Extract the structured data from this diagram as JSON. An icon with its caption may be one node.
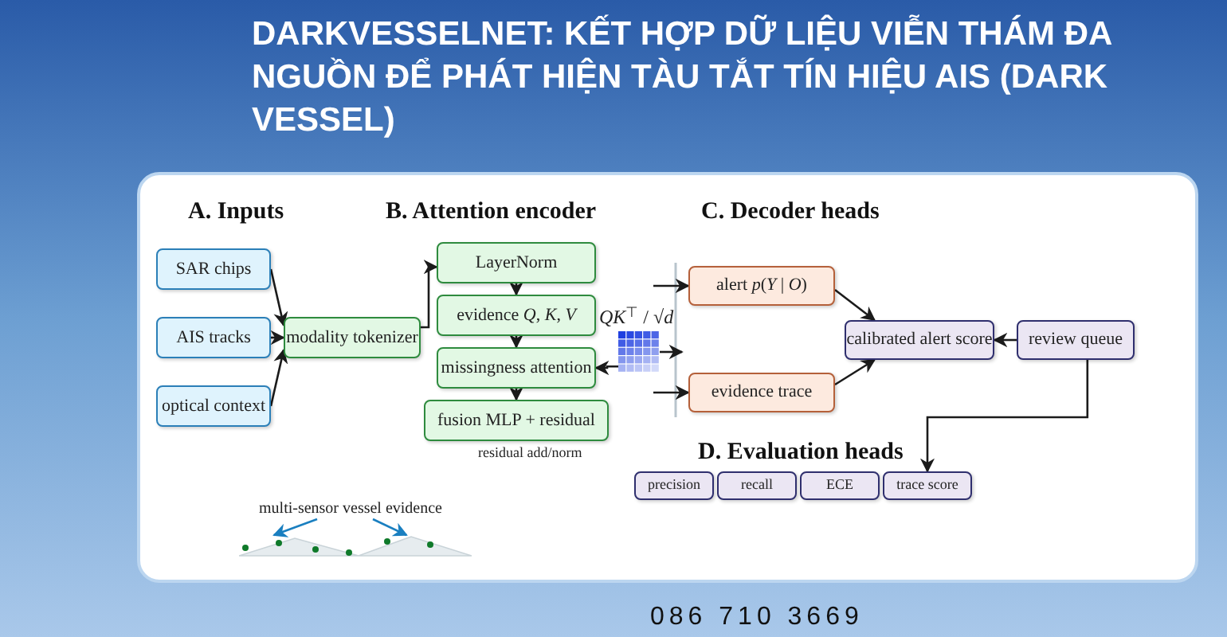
{
  "diagram": {
    "title": "**DARKVESSELNET:** KẾT HỢP DỮ LIỆU VIỄN THÁM ĐA NGUỒN ĐỂ PHÁT HIỆN TÀU TẮT TÍN HIỆU AIS (DARK VESSEL)",
    "nodes": [
      {
        "text": [
          "SAR chips"
        ]
      },
      {
        "text": [
          "AIS tracks"
        ]
      },
      {
        "text": [
          "optical context"
        ]
      },
      {
        "text": [
          "modality tokenizer"
        ]
      },
      {
        "text": [
          "LayerNorm"
        ]
      },
      {
        "text": [
          "evidence *Q*, *K*, *V*"
        ]
      },
      {
        "text": [
          "missingness attention"
        ]
      },
      {
        "text": [
          "fusion MLP + residual"
        ],
        "beside": [
          "residual add/norm"
        ]
      },
      {
        "text": [
          "alert *p*(*Y* | *O*)"
        ]
      },
      {
        "text": [
          "evidence trace"
        ]
      },
      {
        "text": [
          "calibrated alert score"
        ]
      },
      {
        "text": [
          "review queue"
        ]
      },
      {
        "text": [
          "precision"
        ]
      },
      {
        "text": [
          "recall"
        ]
      },
      {
        "text": [
          "ECE"
        ]
      },
      {
        "text": [
          "trace score"
        ]
      },
      {
        "text": [],
        "shape": "picture",
        "beside": [
          "*QK*$^{⊤}$ / √*d*"
        ]
      },
      {
        "text": [
          "multi-sensor vessel evidence"
        ]
      },
      {
        "text": [],
        "shape": "picture"
      }
    ],
    "edges": [
      {
        "from": 0,
        "to": 3,
        "arrow": "to"
      },
      {
        "from": 1,
        "to": 3,
        "arrow": "to"
      },
      {
        "from": 2,
        "to": 3,
        "arrow": "to"
      },
      {
        "from": 3,
        "to": 4,
        "arrow": "to"
      },
      {
        "from": 4,
        "to": 5,
        "arrow": "to"
      },
      {
        "from": 5,
        "to": 6,
        "arrow": "to"
      },
      {
        "from": 6,
        "to": 7,
        "arrow": "to"
      },
      {
        "from": 16,
        "to": 6,
        "arrow": "to"
      },
      {
        "from": null,
        "to": 8,
        "arrow": "to"
      },
      {
        "from": 16,
        "to": null,
        "arrow": "to"
      },
      {
        "from": null,
        "to": 9,
        "arrow": "to"
      },
      {
        "from": 8,
        "to": 10,
        "arrow": "to"
      },
      {
        "from": 9,
        "to": 10,
        "arrow": "to"
      },
      {
        "from": 11,
        "to": 10,
        "arrow": "to"
      },
      {
        "from": 11,
        "to": 15,
        "arrow": "to"
      },
      {
        "from": 17,
        "to": 18,
        "arrow": "to",
        "color": "#1a7fc0"
      },
      {
        "from": 17,
        "to": 18,
        "arrow": "to",
        "color": "#1a7fc0"
      }
    ],
    "labels": [
      "A. Inputs",
      "B. Attention encoder",
      "C. Decoder heads",
      "D. Evaluation heads",
      "086 710 3669"
    ]
  }
}
